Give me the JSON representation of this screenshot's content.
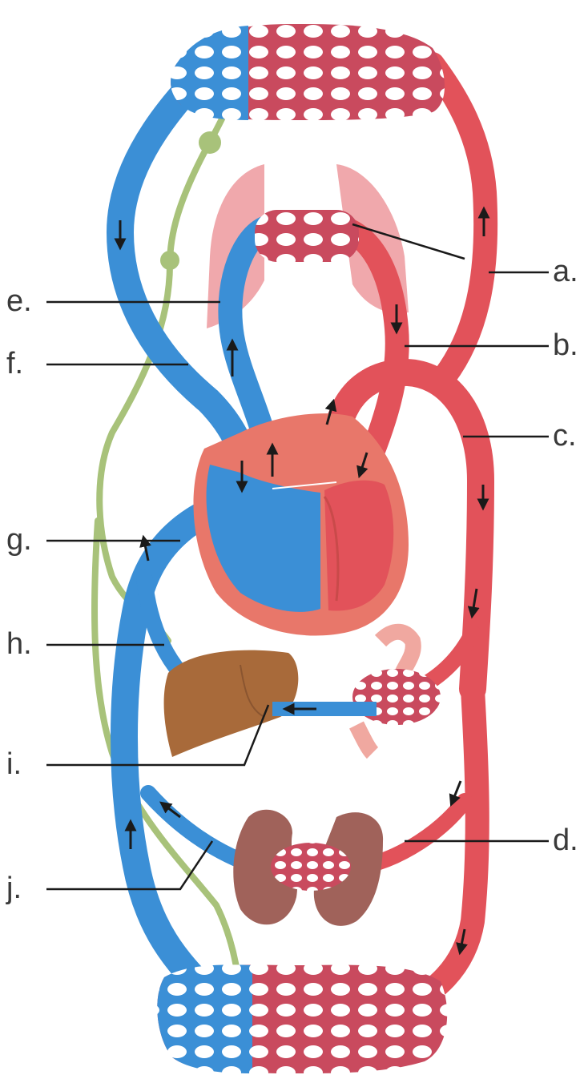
{
  "diagram": {
    "labels": {
      "a": "a.",
      "b": "b.",
      "c": "c.",
      "d": "d.",
      "e": "e.",
      "f": "f.",
      "g": "g.",
      "h": "h.",
      "i": "i.",
      "j": "j."
    }
  },
  "colors": {
    "vein_blue": "#3b8fd6",
    "artery_red": "#e2525a",
    "lymph_green": "#a8c27a",
    "lung_pink": "#f0a8ac",
    "heart_outer": "#e8776a",
    "liver_brown": "#a86a3a",
    "kidney_brown": "#a0625a"
  }
}
